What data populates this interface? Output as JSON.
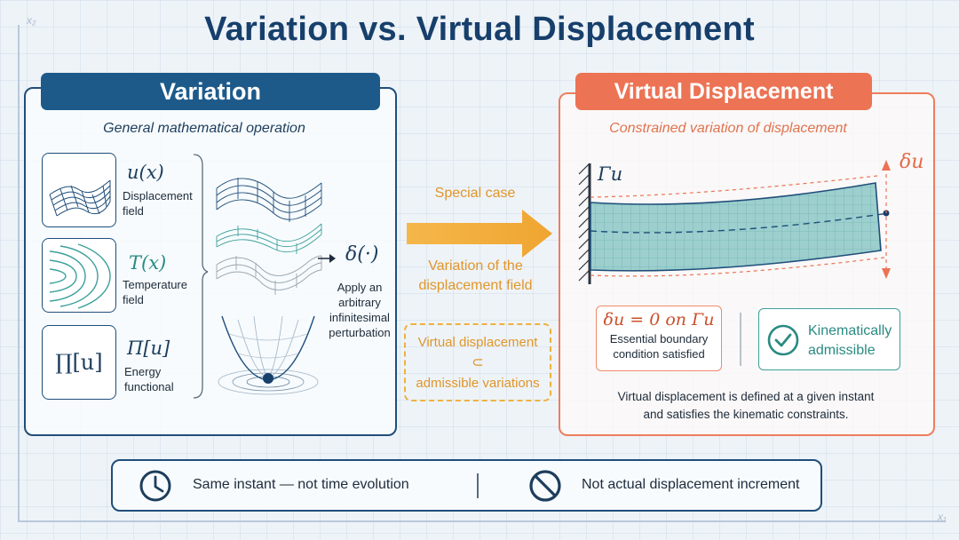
{
  "title": "Variation vs. Virtual Displacement",
  "axes": {
    "y_label": "x₂",
    "x_label": "x₁"
  },
  "variation": {
    "header": "Variation",
    "subtitle": "General mathematical operation",
    "items": [
      {
        "symbol": "u(x)",
        "label_line1": "Displacement",
        "label_line2": "field"
      },
      {
        "symbol": "T(x)",
        "label_line1": "Temperature",
        "label_line2": "field"
      },
      {
        "box_symbol": "∏[u]",
        "symbol": "Π[u]",
        "label_line1": "Energy",
        "label_line2": "functional"
      }
    ],
    "operator": "δ(·)",
    "apply_text": [
      "Apply an",
      "arbitrary",
      "infinitesimal",
      "perturbation"
    ]
  },
  "middle": {
    "special_case": "Special case",
    "variation_of_field": [
      "Variation of the",
      "displacement field"
    ],
    "subset": {
      "line1": "Virtual displacement",
      "symbol": "⊂",
      "line2": "admissible variations"
    }
  },
  "virtual": {
    "header": "Virtual Displacement",
    "subtitle": "Constrained variation of displacement",
    "gamma_label": "Γu",
    "delta_label": "δu",
    "essential_formula": "δu = 0 on Γu",
    "essential_text": [
      "Essential boundary",
      "condition satisfied"
    ],
    "kinematic_text": [
      "Kinematically",
      "admissible"
    ],
    "note": [
      "Virtual displacement is defined at a given instant",
      "and satisfies the kinematic constraints."
    ]
  },
  "bottom": {
    "left_text": "Same instant — not time evolution",
    "right_text": "Not actual displacement increment"
  },
  "colors": {
    "navy": "#1d5a8a",
    "orange": "#ec7354",
    "amber": "#e0962a",
    "teal": "#3ca09a"
  }
}
